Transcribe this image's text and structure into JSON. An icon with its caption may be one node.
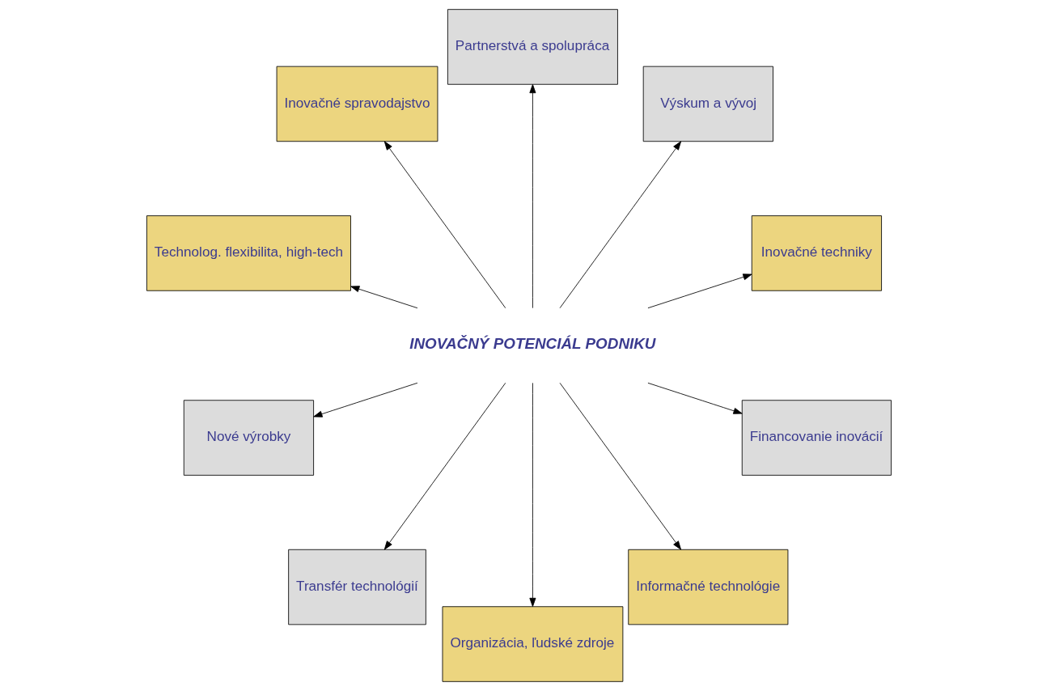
{
  "diagram": {
    "nodes": [
      {
        "text": [
          "Inovačné techniky"
        ]
      },
      {
        "text": [
          "Výskum a vývoj"
        ]
      },
      {
        "text": [
          "Partnerstvá a spolupráca"
        ]
      },
      {
        "text": [
          "Inovačné spravodajstvo"
        ]
      },
      {
        "text": [
          "Technolog. flexibilita, high-tech"
        ]
      },
      {
        "text": [
          "INOVAČNÝ POTENCIÁL PODNIKU"
        ]
      },
      {
        "text": [
          "Nové výrobky"
        ]
      },
      {
        "text": [
          "Transfér technológií"
        ]
      },
      {
        "text": [
          "Organizácia, ľudské zdroje"
        ]
      },
      {
        "text": [
          "Informačné technológie"
        ]
      },
      {
        "text": [
          "Financovanie inovácií"
        ]
      }
    ],
    "edges": [
      {
        "from": 5,
        "to": 0,
        "arrow": "to"
      },
      {
        "from": 5,
        "to": 1,
        "arrow": "to"
      },
      {
        "from": 5,
        "to": 3,
        "arrow": "to"
      },
      {
        "from": 5,
        "to": 6,
        "arrow": "to"
      },
      {
        "from": 5,
        "to": 8,
        "arrow": "to"
      },
      {
        "from": 5,
        "to": 10,
        "arrow": "to"
      },
      {
        "from": 5,
        "to": 9,
        "arrow": "to"
      },
      {
        "from": 5,
        "to": 7,
        "arrow": "to"
      },
      {
        "from": 5,
        "to": 4,
        "arrow": "to"
      },
      {
        "from": 5,
        "to": 2,
        "arrow": "to"
      }
    ]
  }
}
